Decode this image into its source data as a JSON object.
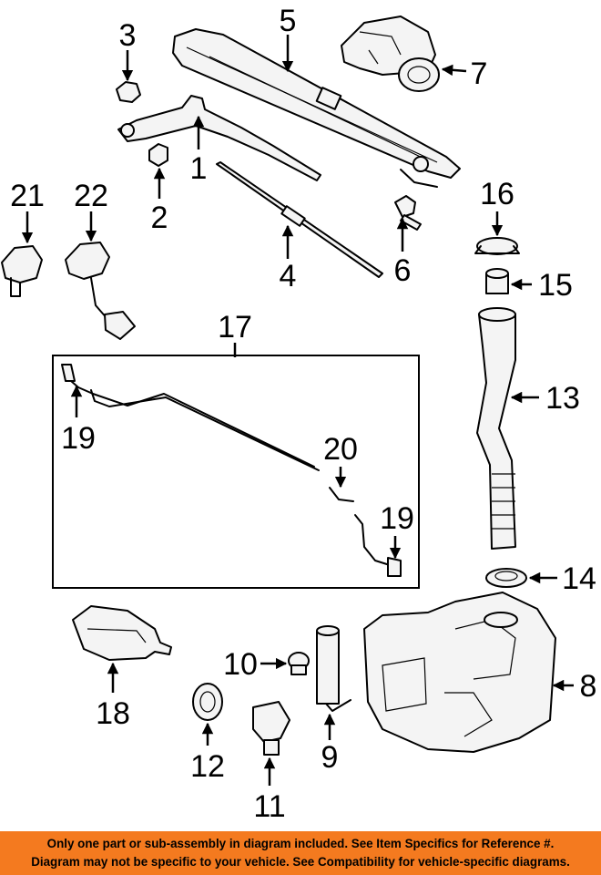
{
  "callouts": {
    "c1": "1",
    "c2": "2",
    "c3": "3",
    "c4": "4",
    "c5": "5",
    "c6": "6",
    "c7": "7",
    "c8": "8",
    "c9": "9",
    "c10": "10",
    "c11": "11",
    "c12": "12",
    "c13": "13",
    "c14": "14",
    "c15": "15",
    "c16": "16",
    "c17": "17",
    "c18": "18",
    "c19a": "19",
    "c19b": "19",
    "c20": "20",
    "c21": "21",
    "c22": "22"
  },
  "footer": {
    "line1": "Only one part or sub-assembly in diagram included. See Item Specifics for Reference #.",
    "line2": "Diagram may not be specific to your vehicle. See Compatibility for vehicle-specific diagrams."
  },
  "colors": {
    "footer_bg": "#f47a1f",
    "line": "#000000",
    "background": "#ffffff"
  }
}
